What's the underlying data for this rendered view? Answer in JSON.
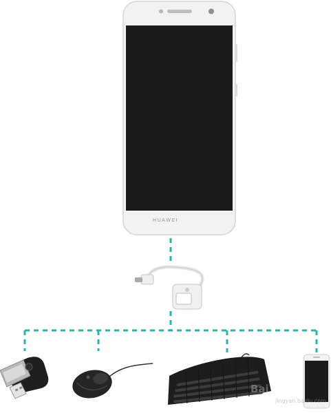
{
  "phone": {
    "brand_text": "HUAWEI"
  },
  "watermark": {
    "logo_text": "Bai",
    "url_text": "jingyan.baidu.com"
  },
  "colors": {
    "connector_line": "#2bb3ad",
    "phone_body": "#f1f1f1",
    "screen": "#1b1b1b"
  },
  "devices": [
    {
      "name": "usb-flash-drive-icon"
    },
    {
      "name": "mouse-icon"
    },
    {
      "name": "keyboard-icon"
    },
    {
      "name": "smartphone-icon"
    }
  ]
}
